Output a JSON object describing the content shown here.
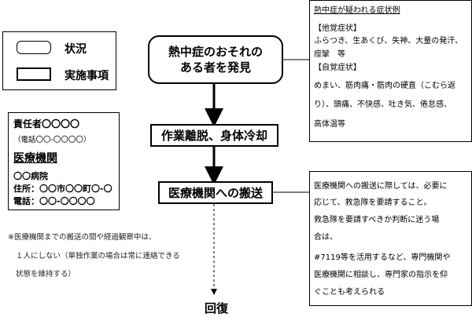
{
  "legend": {
    "situation_label": "状況",
    "action_label": "実施事項"
  },
  "contact": {
    "manager": "責任者〇〇〇〇",
    "manager_phone": "（電話〇〇-〇〇〇〇）",
    "medical_title": "医療機関",
    "hospital_name": "〇〇病院",
    "address": "住所：〇〇市〇〇町〇-〇",
    "phone": "電話：〇〇-〇〇〇〇"
  },
  "flow": {
    "discover": "熱中症のおそれの\nある者を発見",
    "cool": "作業離脱、身体冷却",
    "transport": "医療機関への搬送",
    "recovery": "回復"
  },
  "symptoms": {
    "title": "熱中症が疑われる症状例",
    "other_header": "【他覚症状】",
    "other_lines": [
      "ふらつき、生あくび、失神、大量の発汗、",
      "痙攣　等"
    ],
    "self_header": "【自覚症状】",
    "self_lines": [
      "めまい、筋肉痛・筋肉の硬直（こむら返",
      "り）、頭痛、不快感、吐き気、倦怠感、",
      "高体温等"
    ]
  },
  "hospital_note": {
    "lines": [
      "医療機関への搬送に際しては、必要に",
      "応じて、救急隊を要請すること。",
      "救急隊を要請すべきか判断に迷う場",
      "合は、",
      "#7119等を活用するなど、専門機関や",
      "医療機関に相談し、専門家の指示を仰",
      "ぐことも考えられる"
    ]
  },
  "footnote": {
    "lines": [
      "※医療機関までの搬送の間や経過観察中は、",
      "１人にしない（単独作業の場合は常に連絡できる",
      "状態を維持する）"
    ]
  }
}
